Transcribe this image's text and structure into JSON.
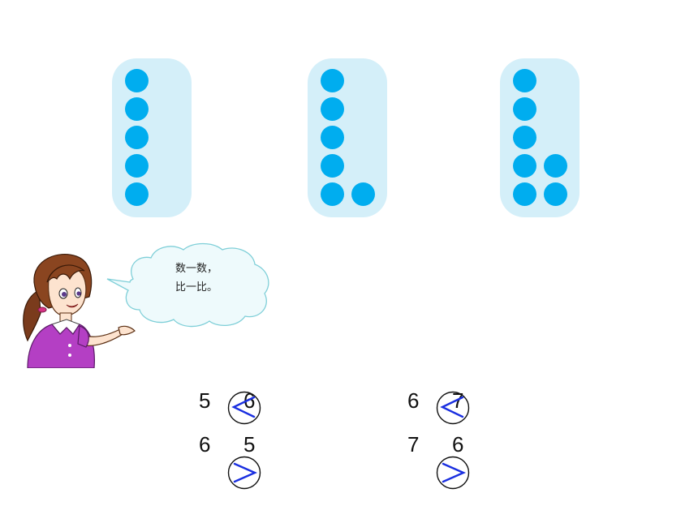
{
  "cards": [
    {
      "left_column": 5,
      "right_column": 0
    },
    {
      "left_column": 5,
      "right_column": 1
    },
    {
      "left_column": 5,
      "right_column": 2
    }
  ],
  "dot_color": "#00adef",
  "card_color": "#d4eff9",
  "bubble": {
    "line1": "数一数，",
    "line2": "比一比。"
  },
  "comparisons": {
    "left": [
      {
        "a": "5",
        "b": "6",
        "sign": "<"
      },
      {
        "a": "6",
        "b": "5",
        "sign": ">"
      }
    ],
    "right": [
      {
        "a": "6",
        "b": "7",
        "sign": "<"
      },
      {
        "a": "7",
        "b": "6",
        "sign": ">"
      }
    ]
  },
  "sign_color": "#1a2fe0"
}
